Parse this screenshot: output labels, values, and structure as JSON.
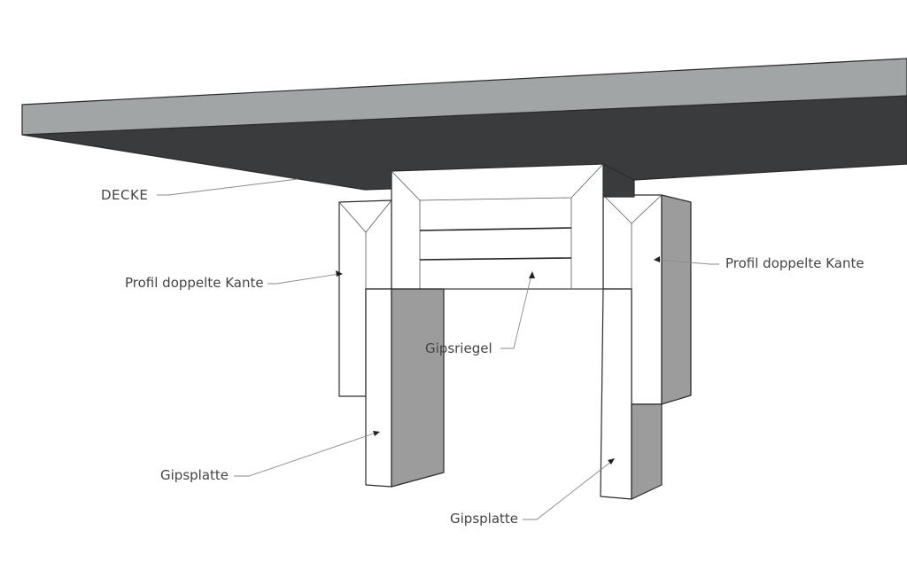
{
  "labels": {
    "ceiling": "DECKE",
    "profile_left": "Profil doppelte Kante",
    "profile_right": "Profil doppelte Kante",
    "bar": "Gipsriegel",
    "board_left": "Gipsplatte",
    "board_right": "Gipsplatte"
  },
  "colors": {
    "slab_top": "#a1a5a6",
    "slab_underside": "#3a3b3d",
    "board_shade": "#9c9c9c",
    "profile_face": "#ffffff"
  }
}
